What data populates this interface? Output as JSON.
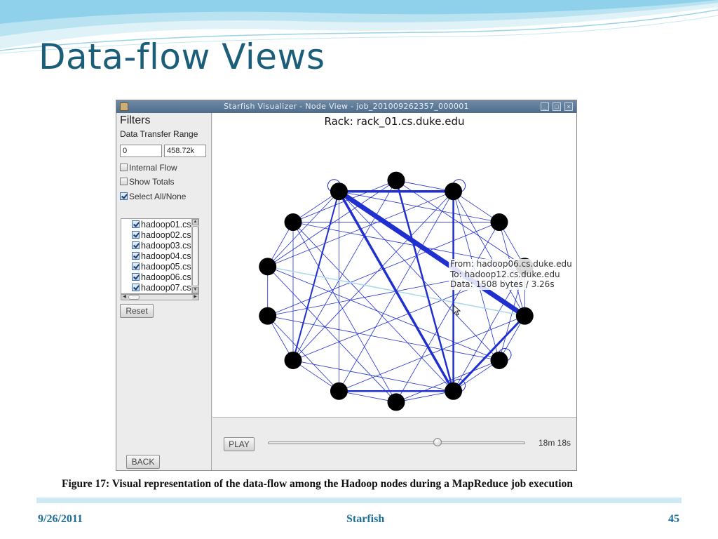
{
  "slide": {
    "title": "Data-flow Views",
    "caption": "Figure 17: Visual representation of the data-flow among the Hadoop nodes during a MapReduce job execution",
    "footer": {
      "date": "9/26/2011",
      "center": "Starfish",
      "page": "45"
    }
  },
  "window": {
    "title": "Starfish Visualizer - Node View - job_201009262357_000001",
    "icons": [
      "app-icon",
      "minimize-icon",
      "maximize-icon",
      "close-icon"
    ]
  },
  "filters": {
    "title": "Filters",
    "range_label": "Data Transfer Range",
    "range_min": "0",
    "range_max": "458.72k",
    "internal_flow": {
      "label": "Internal Flow",
      "checked": false
    },
    "show_totals": {
      "label": "Show Totals",
      "checked": false
    },
    "select_all": {
      "label": "Select All/None",
      "checked": true
    },
    "hosts": [
      {
        "label": "hadoop01.cs.",
        "checked": true
      },
      {
        "label": "hadoop02.cs.",
        "checked": true
      },
      {
        "label": "hadoop03.cs.",
        "checked": true
      },
      {
        "label": "hadoop04.cs.",
        "checked": true
      },
      {
        "label": "hadoop05.cs.",
        "checked": true
      },
      {
        "label": "hadoop06.cs.",
        "checked": true
      },
      {
        "label": "hadoop07.cs.",
        "checked": true
      }
    ],
    "reset_label": "Reset",
    "back_label": "BACK"
  },
  "graph": {
    "rack_label": "Rack: rack_01.cs.duke.edu",
    "node_count": 14,
    "edge_color": "#1f2fd0",
    "highlight_color": "#a9d8ea",
    "tooltip": {
      "from": "From: hadoop06.cs.duke.edu",
      "to": "To: hadoop12.cs.duke.edu",
      "data": "Data: 1508 bytes / 3.26s"
    }
  },
  "playback": {
    "play_label": "PLAY",
    "position": 0.66,
    "time": "18m 18s"
  }
}
